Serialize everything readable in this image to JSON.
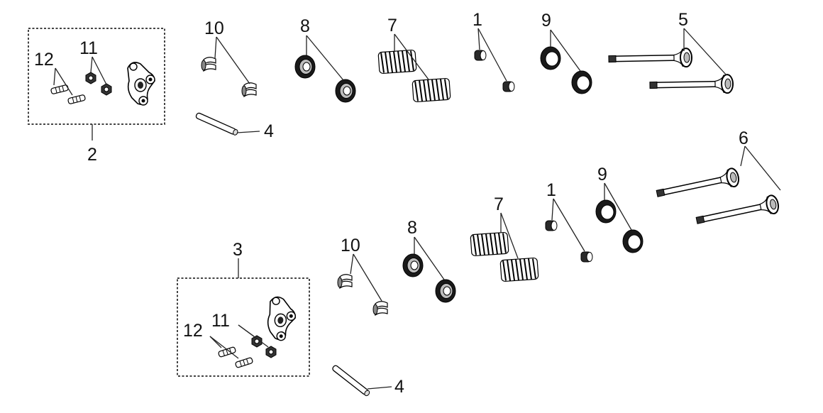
{
  "callouts": {
    "top": {
      "rocker_assy": "2",
      "rocker_shaft": "4",
      "cotter": "10",
      "retainer": "8",
      "spring": "7",
      "cap": "1",
      "seat": "9",
      "valve": "5",
      "bolt": "12",
      "nut": "11"
    },
    "bottom": {
      "rocker_assy": "3",
      "rocker_shaft": "4",
      "cotter": "10",
      "retainer": "8",
      "spring": "7",
      "cap": "1",
      "seat": "9",
      "valve": "6",
      "bolt": "12",
      "nut": "11"
    }
  },
  "colors": {
    "ink": "#111111",
    "paper": "#ffffff",
    "shade": "#555555"
  }
}
